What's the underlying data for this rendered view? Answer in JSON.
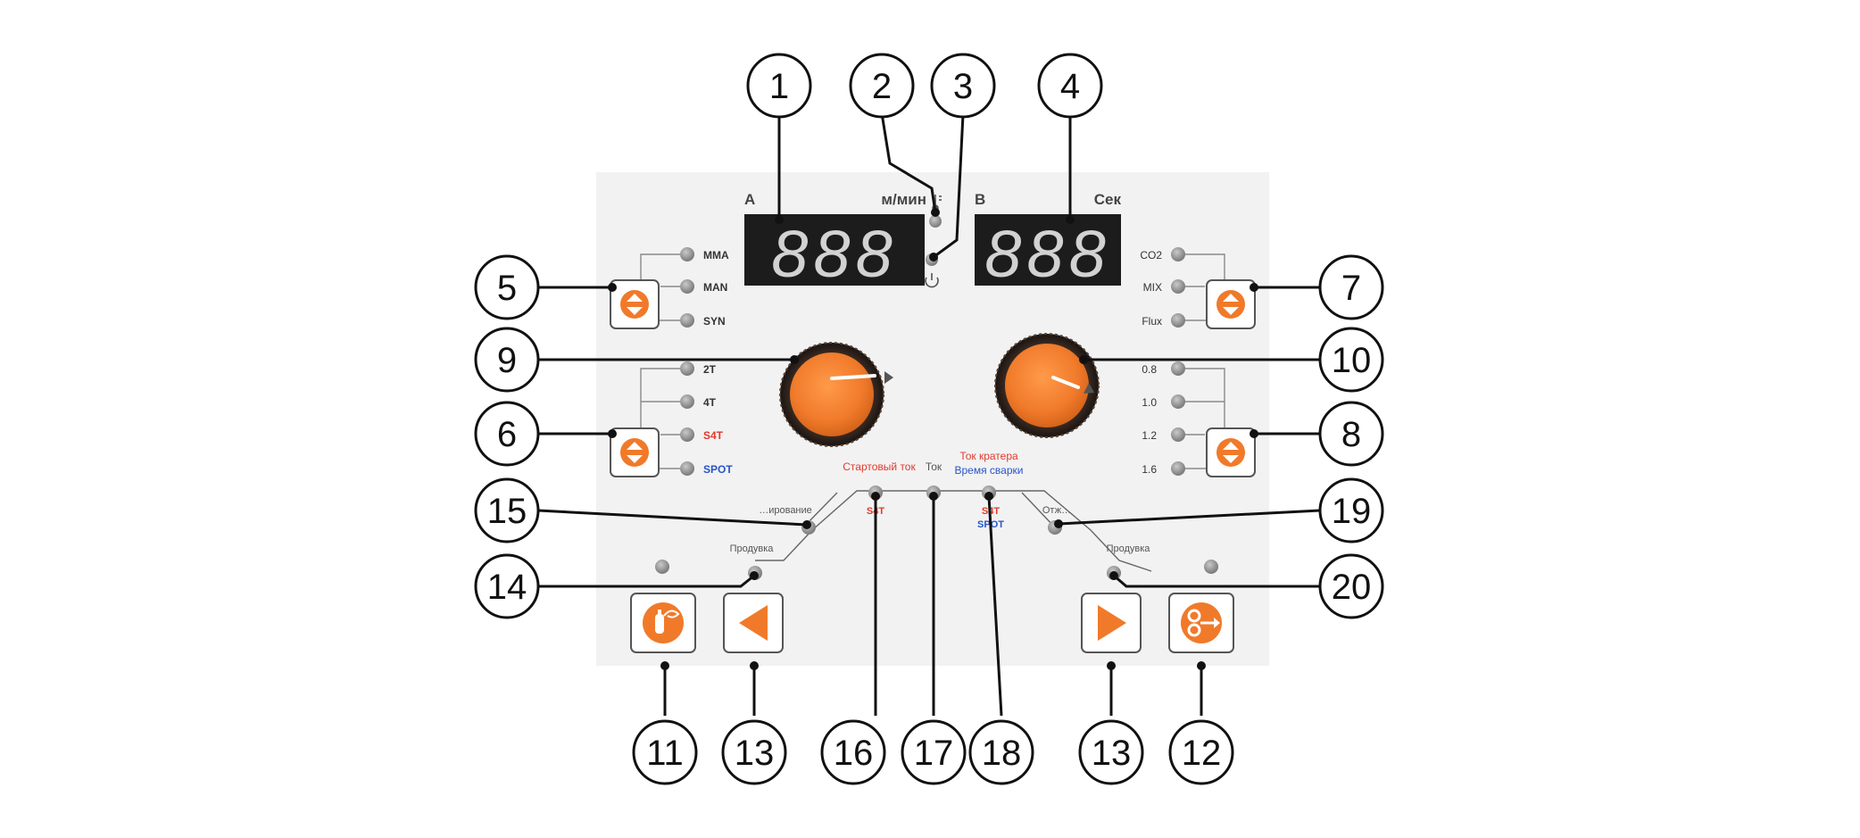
{
  "display_left": {
    "unit_left": "А",
    "unit_right": "м/мин",
    "digits": "888"
  },
  "display_right": {
    "unit_left": "В",
    "unit_right": "Сек",
    "digits": "888"
  },
  "mode_group": [
    "MMA",
    "MAN",
    "SYN"
  ],
  "trigger_group": [
    "2T",
    "4T",
    "S4T",
    "SPOT"
  ],
  "gas_group": [
    "CO2",
    "MIX",
    "Flux"
  ],
  "wire_group": [
    "0.8",
    "1.0",
    "1.2",
    "1.6"
  ],
  "param_labels": {
    "start_current": "Стартовый ток",
    "s4t_left": "S4T",
    "current": "Ток",
    "crater_current": "Ток кратера",
    "weld_time": "Время сварки",
    "s4t_right": "S4T",
    "spot": "SPOT",
    "preflow_left": "Продувка",
    "postflow_right": "Продувка",
    "preflow_partial": "…ирование",
    "burnback_partial": "Отж…"
  },
  "callouts": [
    "1",
    "2",
    "3",
    "4",
    "5",
    "6",
    "7",
    "8",
    "9",
    "10",
    "11",
    "12",
    "13",
    "13",
    "14",
    "15",
    "16",
    "17",
    "18",
    "19",
    "20"
  ],
  "colors": {
    "orange": "#f07a2a",
    "red": "#e23a2b",
    "blue": "#2855c7",
    "panel": "#f2f2f3",
    "led": "#9a9a9a",
    "display": "#d2d2d3"
  },
  "icons": [
    "thermometer-icon",
    "power-icon",
    "up-down-arrow-icon",
    "gas-cylinder-icon",
    "wire-feed-icon",
    "triangle-left-icon",
    "triangle-right-icon"
  ]
}
